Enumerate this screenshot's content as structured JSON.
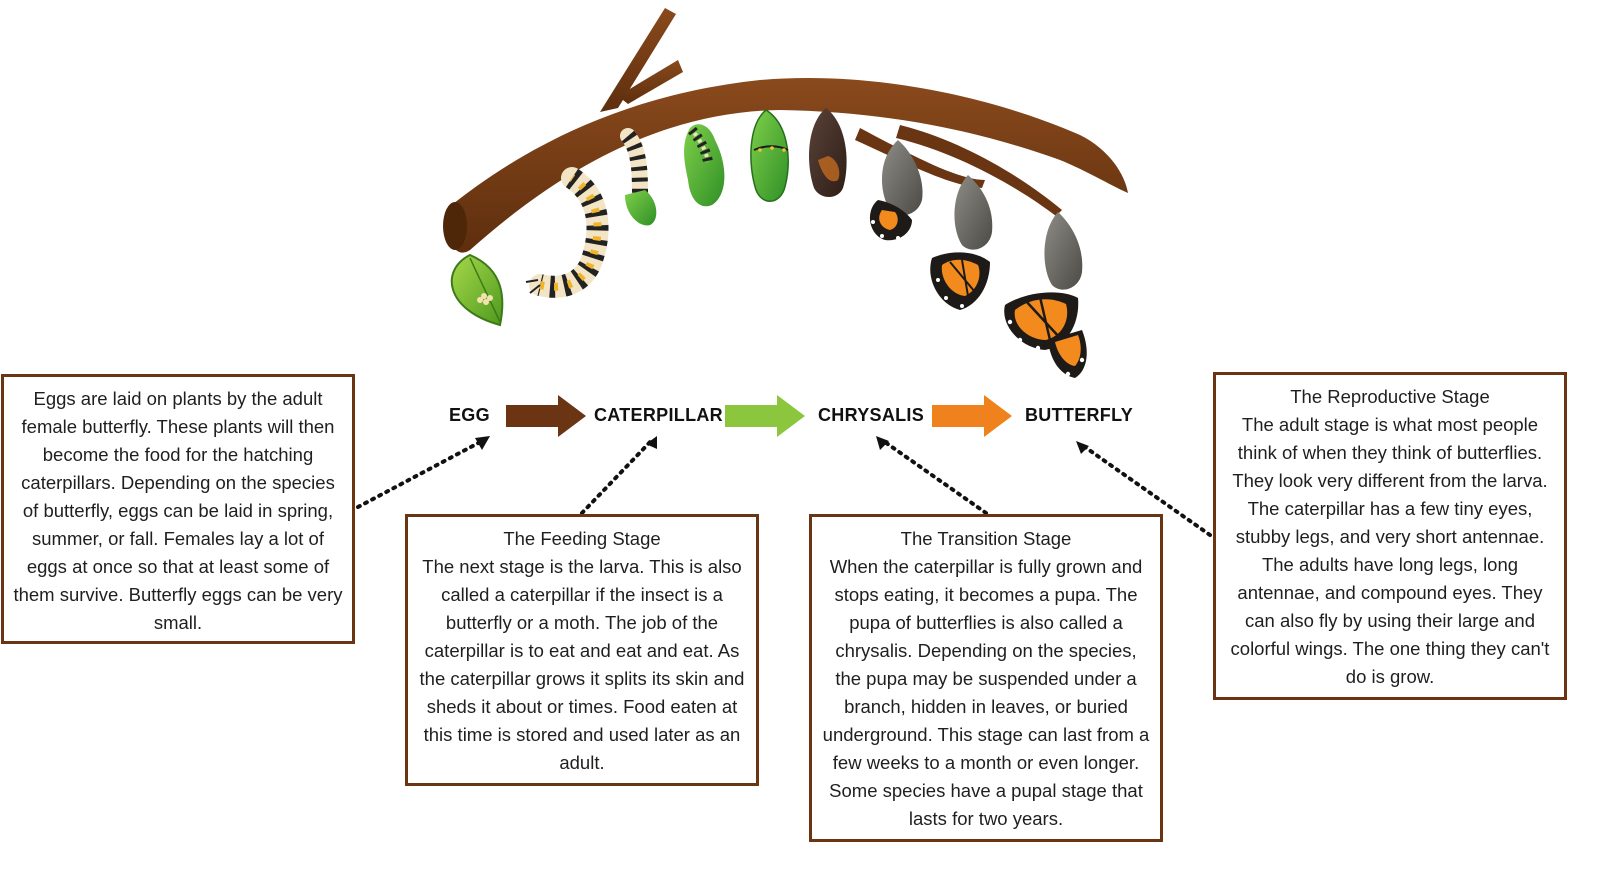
{
  "stages": [
    {
      "label": "EGG"
    },
    {
      "label": "CATERPILLAR"
    },
    {
      "label": "CHRYSALIS"
    },
    {
      "label": "BUTTERFLY"
    }
  ],
  "arrow_colors": [
    "#6b3413",
    "#8cc63f",
    "#f0821e"
  ],
  "boxes": {
    "egg": {
      "title": "",
      "text": "Eggs are laid on plants by the adult female butterfly. These plants will then become the food for the hatching caterpillars. Depending on the species of butterfly, eggs can be laid in spring, summer, or fall. Females lay a lot of eggs at once so that at least some of them survive. Butterfly eggs can be very small."
    },
    "feeding": {
      "title": "The Feeding Stage",
      "text": "The next stage is the larva. This is also called a caterpillar if the insect is a butterfly or a moth. The job of the caterpillar is to eat and eat and eat. As the caterpillar grows it splits its skin and sheds it about or times. Food eaten at this time is stored and used later as an adult."
    },
    "transition": {
      "title": "The Transition Stage",
      "text": "When the caterpillar is fully grown and stops eating, it becomes a pupa. The pupa of butterflies is also called a chrysalis. Depending on the species, the pupa may be suspended under a branch, hidden in leaves, or buried underground. This stage can last from a few weeks to a month or even longer. Some species have a pupal stage that lasts for two years."
    },
    "reproductive": {
      "title": "The Reproductive Stage",
      "text": "The adult stage is what most people think of when they think of butterflies. They look very different from the larva. The caterpillar has a few tiny eyes, stubby legs, and very short antennae. The adults have long legs, long antennae, and compound eyes. They can also fly by using their large and colorful wings. The one thing they can't do is grow."
    }
  },
  "colors": {
    "border": "#6b3413",
    "branch": "#7a3f16",
    "leaf": "#8cc63f",
    "wing": "#f28a1e"
  }
}
